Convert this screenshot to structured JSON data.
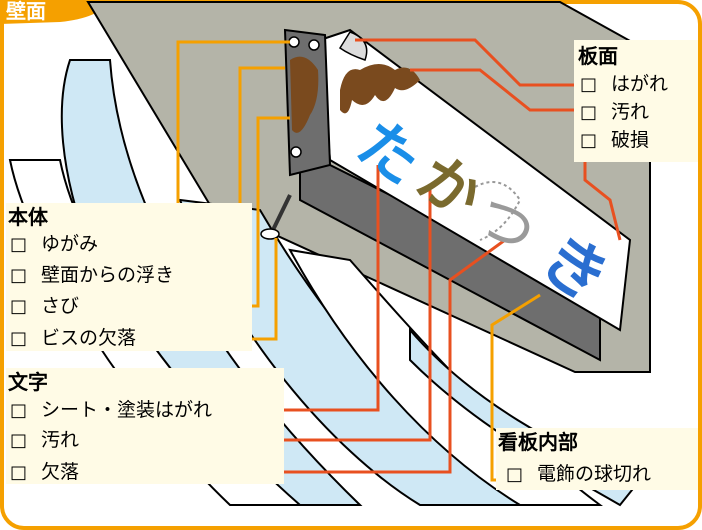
{
  "title_tab": "壁面",
  "sign": {
    "characters": [
      "た",
      "か",
      "つ",
      "き"
    ]
  },
  "groups": [
    {
      "heading": "板面",
      "items": [
        "はがれ",
        "汚れ",
        "破損"
      ]
    },
    {
      "heading": "本体",
      "items": [
        "ゆがみ",
        "壁面からの浮き",
        "さび",
        "ビスの欠落"
      ]
    },
    {
      "heading": "文字",
      "items": [
        "シート・塗装はがれ",
        "汚れ",
        "欠落"
      ]
    },
    {
      "heading": "看板内部",
      "items": [
        "電飾の球切れ"
      ]
    }
  ],
  "checkbox_symbol": "□",
  "colors": {
    "frame_border": "#f5a000",
    "leader_orange": "#f5a000",
    "leader_red": "#e85020",
    "wall": "#b4b4a8",
    "sky_panel": "#cfe8f5",
    "rust": "#7a4a1e",
    "sign_text_blue": "#2a6ed0"
  }
}
